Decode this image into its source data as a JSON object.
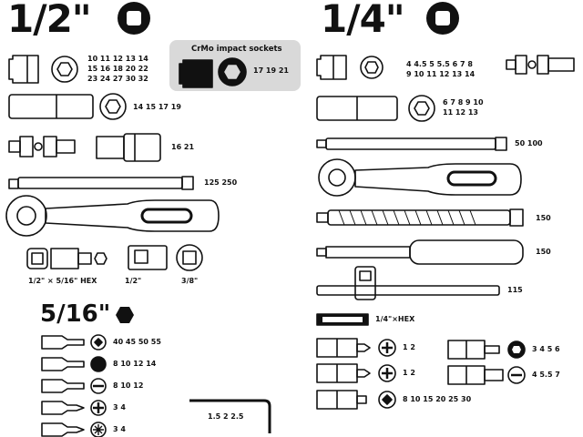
{
  "headings": {
    "half_inch": "1/2\"",
    "quarter_inch": "1/4\"",
    "five_sixteenth": "5/16\""
  },
  "half_inch": {
    "sockets_row1": [
      "10 11 12 13 14",
      "15 16 18 20 22",
      "23 24 27 30 32"
    ],
    "impact_panel_title": "CrMo impact sockets",
    "impact_sizes": "17 19 21",
    "deep_sockets": "14 15 17 19",
    "spark_plug_sockets": "16 21",
    "extensions": "125 250",
    "adapter_label": "1/2\" × 5/16\" HEX",
    "reducer_label_a": "1/2\"",
    "reducer_label_b": "3/8\""
  },
  "quarter_inch": {
    "sockets_row1": [
      "4 4.5 5 5.5 6 7 8",
      "9 10 11 12 13 14"
    ],
    "deep_sockets": [
      "6 7 8 9 10",
      "11 12 13"
    ],
    "extensions": "50 100",
    "flex_extension": "150",
    "screwdriver_handle": "150",
    "t_bar": "115",
    "hex_adapter": "1/4\"×HEX",
    "bits_ph": "1 2",
    "bits_slot_pz": "1 2",
    "bits_torx": "8 10 15 20 25 30",
    "bits_hex": "3 4 5 6",
    "bits_slot": "4 5.5 7"
  },
  "five_sixteenth": {
    "bits_torx": "40 45 50 55",
    "bits_hex": "8 10 12 14",
    "bits_slot": "8 10 12",
    "bits_ph": "3 4",
    "bits_pz": "3 4",
    "hex_keys": "1.5 2 2.5"
  },
  "colors": {
    "ink": "#111111",
    "panel": "#d9d9d9"
  }
}
